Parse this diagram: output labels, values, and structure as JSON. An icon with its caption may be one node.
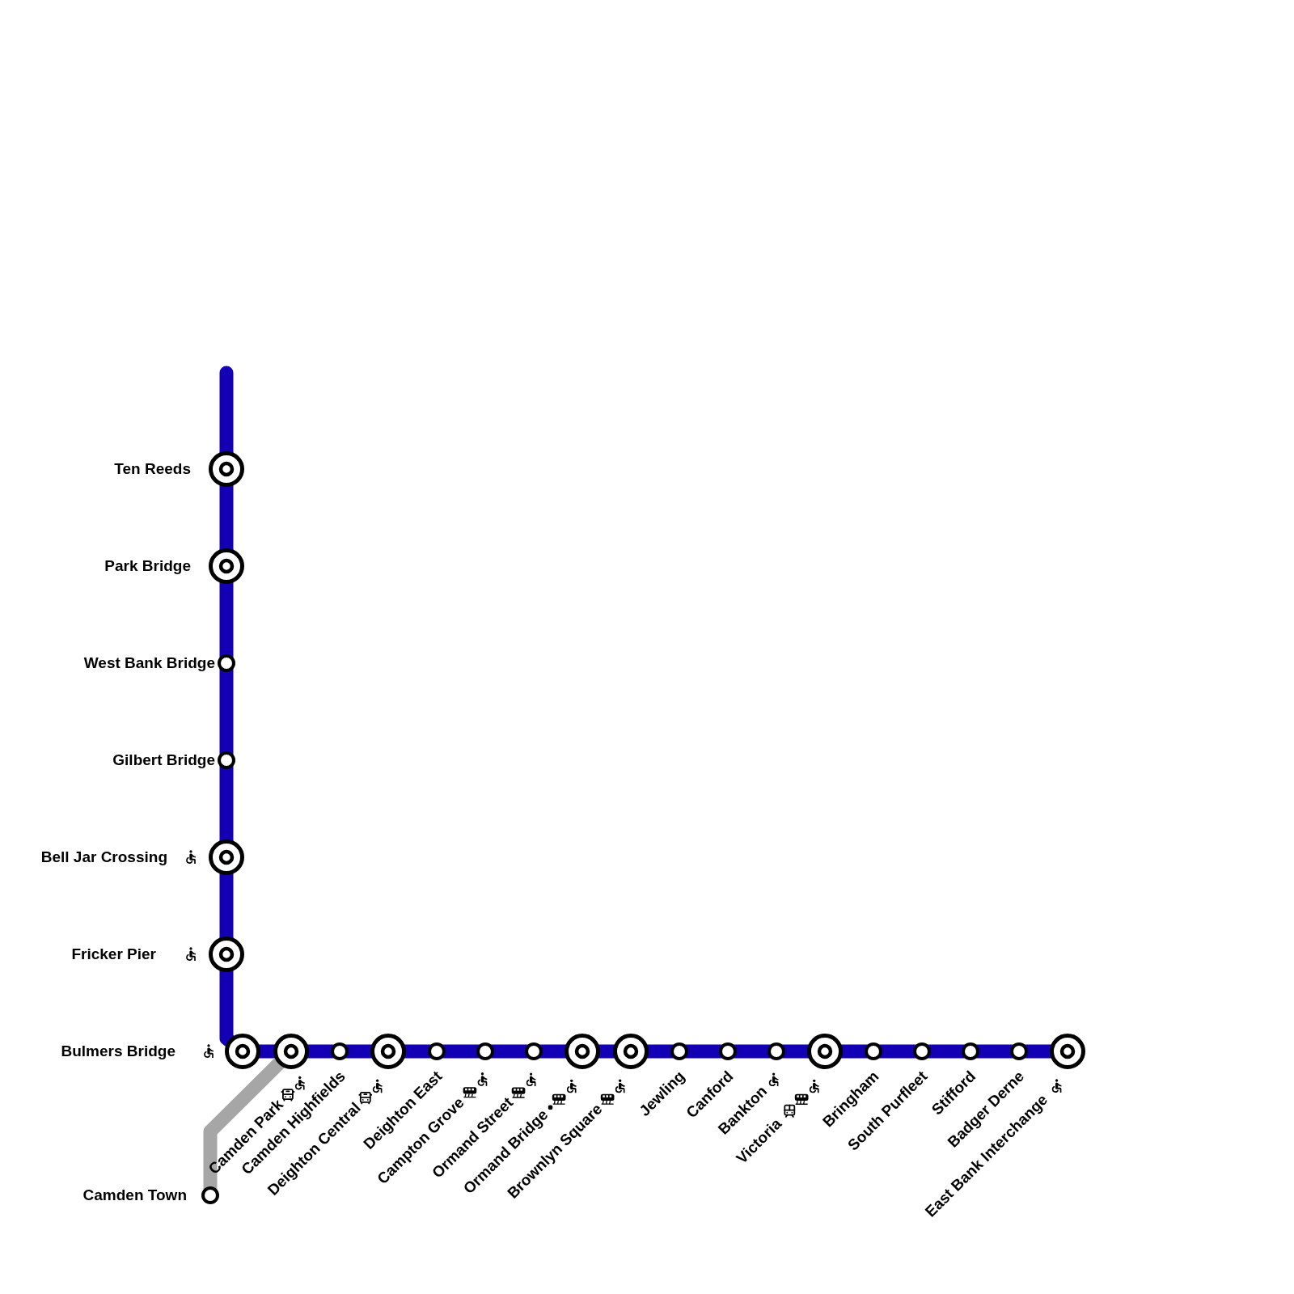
{
  "diagram": {
    "nodes": [
      {
        "text": [],
        "shape": "target",
        "beside": [
          "Ten Reeds"
        ]
      },
      {
        "text": [],
        "shape": "target",
        "beside": [
          "Park Bridge"
        ]
      },
      {
        "text": [],
        "shape": "circle",
        "beside": [
          "West Bank Bridge"
        ]
      },
      {
        "text": [],
        "shape": "circle",
        "beside": [
          "Gilbert Bridge"
        ]
      },
      {
        "text": [],
        "shape": "target",
        "beside": [
          "Bell Jar Crossing"
        ]
      },
      {
        "text": [],
        "shape": "target",
        "beside": [
          "Fricker Pier"
        ]
      },
      {
        "text": [],
        "shape": "target",
        "beside": [
          "Bulmers Bridge"
        ]
      },
      {
        "text": [],
        "shape": "target"
      },
      {
        "text": [],
        "shape": "circle",
        "beside": [
          "Camden Highfields"
        ]
      },
      {
        "text": [],
        "shape": "target",
        "beside": [
          "Deighton Central"
        ]
      },
      {
        "text": [],
        "shape": "circle",
        "beside": [
          "Deighton East"
        ]
      },
      {
        "text": [],
        "shape": "circle",
        "beside": [
          "Campton Grove"
        ]
      },
      {
        "text": [],
        "shape": "circle",
        "beside": [
          "Ormand Street"
        ]
      },
      {
        "text": [],
        "shape": "target",
        "beside": [
          "Ormand Bridge"
        ]
      },
      {
        "text": [],
        "shape": "target",
        "beside": [
          "Brownlyn Square"
        ]
      },
      {
        "text": [],
        "shape": "circle",
        "beside": [
          "Jewling"
        ]
      },
      {
        "text": [],
        "shape": "circle",
        "beside": [
          "Canford"
        ]
      },
      {
        "text": [],
        "shape": "circle",
        "beside": [
          "Bankton"
        ]
      },
      {
        "text": [],
        "shape": "target",
        "beside": [
          "Victoria"
        ]
      },
      {
        "text": [],
        "shape": "circle",
        "beside": [
          "Bringham"
        ]
      },
      {
        "text": [],
        "shape": "circle",
        "beside": [
          "South Purfleet"
        ]
      },
      {
        "text": [],
        "shape": "circle",
        "beside": [
          "Stifford"
        ]
      },
      {
        "text": [],
        "shape": "circle",
        "beside": [
          "Badger Derne"
        ]
      },
      {
        "text": [],
        "shape": "target",
        "beside": [
          "East Bank Interchange"
        ]
      },
      {
        "text": [],
        "shape": "circle",
        "beside": [
          "Camden Town"
        ]
      }
    ],
    "edges": [
      {
        "from": null,
        "to": 0,
        "arrow": "none"
      },
      {
        "from": 0,
        "to": 1,
        "arrow": "none"
      },
      {
        "from": 1,
        "to": 2,
        "arrow": "none"
      },
      {
        "from": 2,
        "to": 3,
        "arrow": "none"
      },
      {
        "from": 3,
        "to": 4,
        "arrow": "none"
      },
      {
        "from": 4,
        "to": 5,
        "arrow": "none"
      },
      {
        "from": 5,
        "to": 6,
        "arrow": "none"
      },
      {
        "from": 6,
        "to": 7,
        "arrow": "none"
      },
      {
        "from": 7,
        "to": 8,
        "arrow": "none"
      },
      {
        "from": 8,
        "to": 9,
        "arrow": "none"
      },
      {
        "from": 9,
        "to": 10,
        "arrow": "none"
      },
      {
        "from": 10,
        "to": 11,
        "arrow": "none"
      },
      {
        "from": 11,
        "to": 12,
        "arrow": "none"
      },
      {
        "from": 12,
        "to": 13,
        "arrow": "none"
      },
      {
        "from": 13,
        "to": 14,
        "arrow": "none"
      },
      {
        "from": 14,
        "to": 15,
        "arrow": "none"
      },
      {
        "from": 15,
        "to": 16,
        "arrow": "none"
      },
      {
        "from": 16,
        "to": 17,
        "arrow": "none"
      },
      {
        "from": 17,
        "to": 18,
        "arrow": "none"
      },
      {
        "from": 18,
        "to": 19,
        "arrow": "none"
      },
      {
        "from": 19,
        "to": 20,
        "arrow": "none"
      },
      {
        "from": 20,
        "to": 21,
        "arrow": "none"
      },
      {
        "from": 21,
        "to": 22,
        "arrow": "none"
      },
      {
        "from": 22,
        "to": 23,
        "arrow": "none"
      },
      {
        "from": 7,
        "to": 24,
        "arrow": "none",
        "color": "#a6a6a6"
      }
    ],
    "labels": [
      "Camden Park"
    ]
  }
}
